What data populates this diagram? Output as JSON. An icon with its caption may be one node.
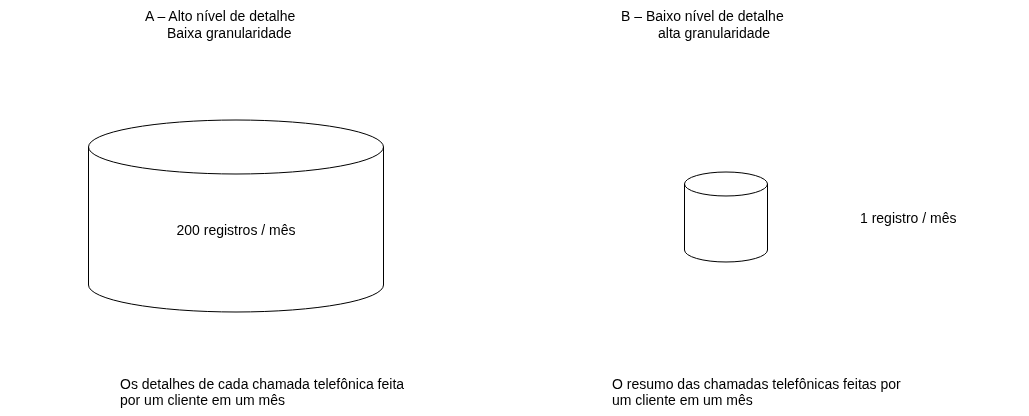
{
  "diagram": {
    "nodes": [
      {
        "text": [
          "200 registros / mês"
        ]
      },
      {
        "text": [],
        "shape": "cylinder"
      }
    ],
    "labels": [
      "A – Alto nível de detalhe",
      "B – Baixo nível de detalhe",
      "Baixa granularidade",
      "alta granularidade",
      "1 registro / mês",
      "Os detalhes de cada chamada telefônica feita por um cliente em um mês",
      "O resumo das chamadas telefônicas feitas por um cliente em um mês"
    ]
  }
}
